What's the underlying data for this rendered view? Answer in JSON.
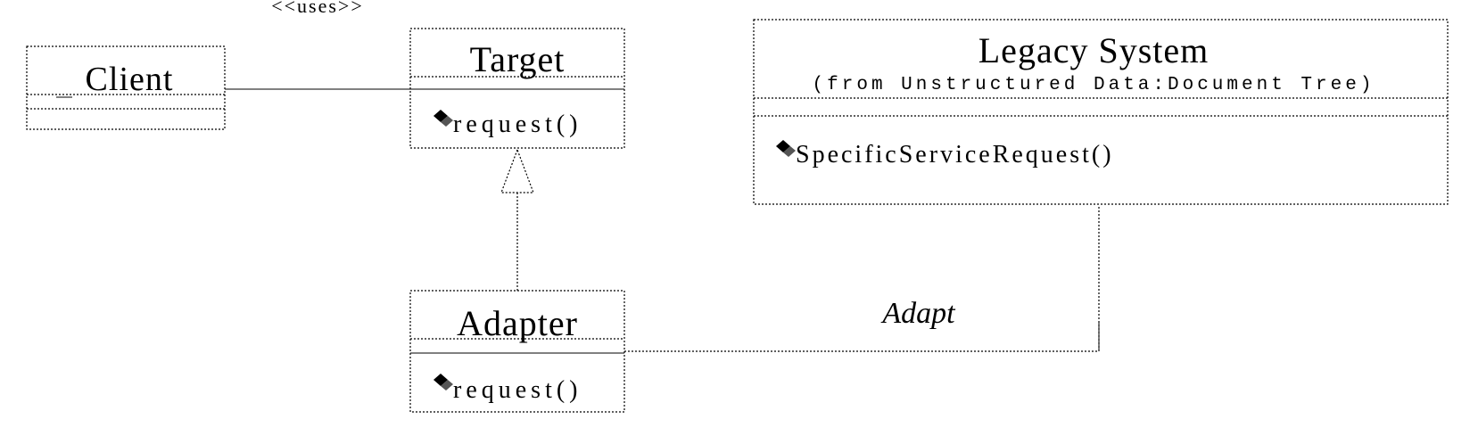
{
  "stereotype_label": "<<uses>>",
  "classes": {
    "client": {
      "name": "Client",
      "operations": []
    },
    "target": {
      "name": "Target",
      "operations": [
        "request()"
      ]
    },
    "adapter": {
      "name": "Adapter",
      "operations": [
        "request()"
      ]
    },
    "legacy": {
      "name": "Legacy System",
      "package": "(from Unstructured Data:Document Tree)",
      "operations": [
        "SpecificServiceRequest()"
      ]
    }
  },
  "associations": {
    "client_target": "<<uses>>",
    "adapter_legacy": "Adapt"
  }
}
